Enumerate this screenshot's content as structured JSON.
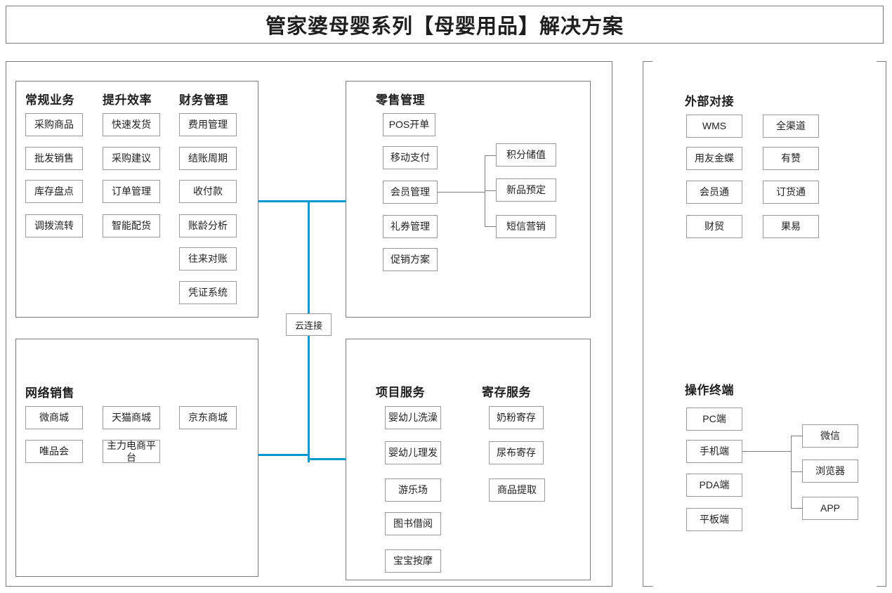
{
  "title": "管家婆母婴系列【母婴用品】解决方案",
  "cloud": {
    "label": "云连接"
  },
  "left_panel": {
    "business_box": {
      "columns": [
        {
          "heading": "常规业务",
          "items": [
            "采购商品",
            "批发销售",
            "库存盘点",
            "调拨流转"
          ]
        },
        {
          "heading": "提升效率",
          "items": [
            "快速发货",
            "采购建议",
            "订单管理",
            "智能配货"
          ]
        },
        {
          "heading": "财务管理",
          "items": [
            "费用管理",
            "结账周期",
            "收付款",
            "账龄分析",
            "往来对账",
            "凭证系统"
          ]
        }
      ]
    },
    "netsales_box": {
      "heading": "网络销售",
      "items": [
        "微商城",
        "天猫商城",
        "京东商城",
        "唯品会",
        "主力电商平台"
      ]
    },
    "retail_box": {
      "heading": "零售管理",
      "items": [
        "POS开单",
        "移动支付",
        "会员管理",
        "礼券管理",
        "促销方案"
      ],
      "member_children": [
        "积分储值",
        "新品预定",
        "短信营销"
      ]
    },
    "service_box": {
      "columns": [
        {
          "heading": "项目服务",
          "items": [
            "婴幼儿洗澡",
            "婴幼儿理发",
            "游乐场",
            "图书借阅",
            "宝宝按摩"
          ]
        },
        {
          "heading": "寄存服务",
          "items": [
            "奶粉寄存",
            "尿布寄存",
            "商品提取"
          ]
        }
      ]
    }
  },
  "right_panel": {
    "external_box": {
      "heading": "外部对接",
      "col1": [
        "WMS",
        "用友金蝶",
        "会员通",
        "财贸"
      ],
      "col2": [
        "全渠道",
        "有赞",
        "订货通",
        "果易"
      ]
    },
    "terminal_box": {
      "heading": "操作终端",
      "items": [
        "PC端",
        "手机端",
        "PDA端",
        "平板端"
      ],
      "mobile_children": [
        "微信",
        "浏览器",
        "APP"
      ]
    }
  },
  "colors": {
    "cloud_line": "#0099cc",
    "border": "#7a7a7a",
    "node_border": "#9a9a9a",
    "connector": "#808080"
  }
}
